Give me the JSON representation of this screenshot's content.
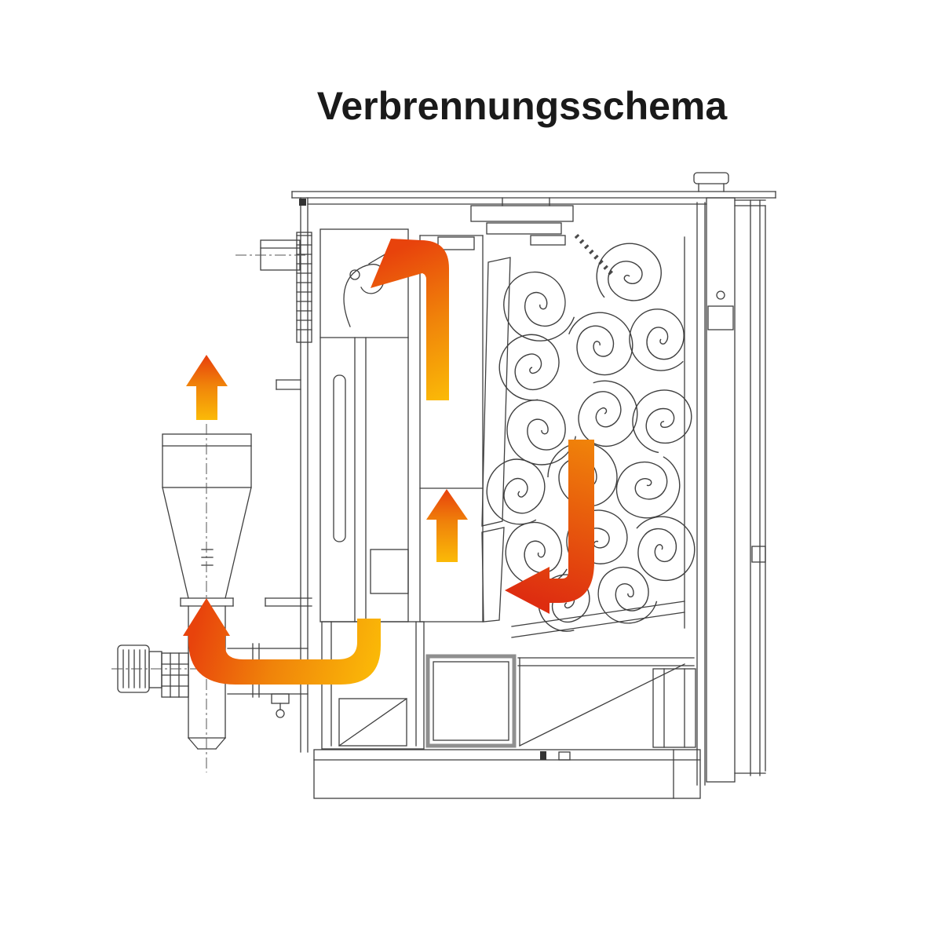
{
  "title": "Verbrennungsschema",
  "colors": {
    "background": "#ffffff",
    "line": "#3f3f3f",
    "line_soft": "#8f8f8f",
    "title_text": "#1a1a1a",
    "arrow_yellow": "#FBBA07",
    "arrow_orange": "#F0830A",
    "arrow_red": "#E8430C",
    "arrow_red_deep": "#DE2D10"
  },
  "diagram": {
    "type": "technical-line-drawing",
    "subject_arrows": [
      {
        "name": "flue-gas-rise-arrow",
        "direction": "up-then-down-left"
      },
      {
        "name": "cyclone-exhaust-arrow",
        "direction": "up"
      },
      {
        "name": "combustion-channel-arrow",
        "direction": "up"
      },
      {
        "name": "heat-exchanger-downflow-arrow",
        "direction": "down-then-left"
      },
      {
        "name": "recirculation-arrow",
        "direction": "left-then-up"
      }
    ]
  }
}
